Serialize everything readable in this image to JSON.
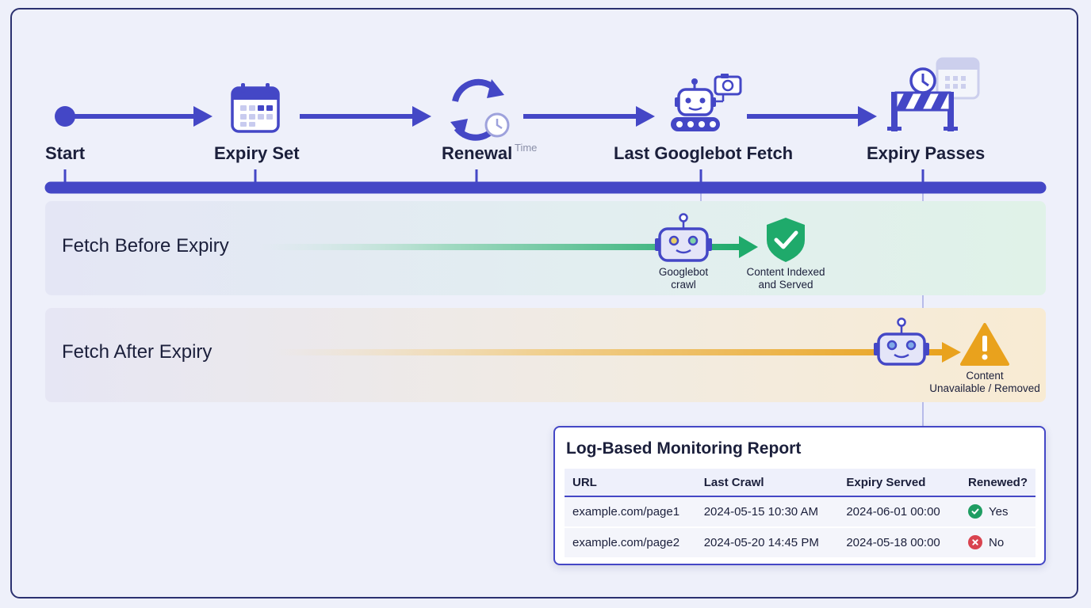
{
  "timeline": {
    "stages": [
      {
        "label": "Start"
      },
      {
        "label": "Expiry Set",
        "icon": "calendar-icon"
      },
      {
        "label": "Renewal",
        "icon": "refresh-clock-icon"
      },
      {
        "label": "Last Googlebot Fetch",
        "icon": "robot-camera-icon"
      },
      {
        "label": "Expiry Passes",
        "icon": "barrier-clock-icon"
      }
    ],
    "time_label": "Time"
  },
  "lanes": {
    "before": {
      "title": "Fetch Before Expiry",
      "robot_caption_1": "Googlebot",
      "robot_caption_2": "crawl",
      "result_caption_1": "Content Indexed",
      "result_caption_2": "and Served",
      "result_icon": "shield-check-icon"
    },
    "after": {
      "title": "Fetch After Expiry",
      "result_caption_1": "Content",
      "result_caption_2": "Unavailable / Removed",
      "result_icon": "warning-icon"
    }
  },
  "report": {
    "title": "Log-Based Monitoring Report",
    "columns": [
      "URL",
      "Last Crawl",
      "Expiry Served",
      "Renewed?"
    ],
    "rows": [
      {
        "url": "example.com/page1",
        "last_crawl": "2024-05-15 10:30 AM",
        "expiry_served": "2024-06-01 00:00",
        "renewed": "Yes"
      },
      {
        "url": "example.com/page2",
        "last_crawl": "2024-05-20 14:45 PM",
        "expiry_served": "2024-05-18 00:00",
        "renewed": "No"
      }
    ]
  },
  "colors": {
    "primary": "#4447c6",
    "success": "#1faa6b",
    "warning": "#e9a21d",
    "error": "#d9434f",
    "text": "#1b1f3b"
  }
}
